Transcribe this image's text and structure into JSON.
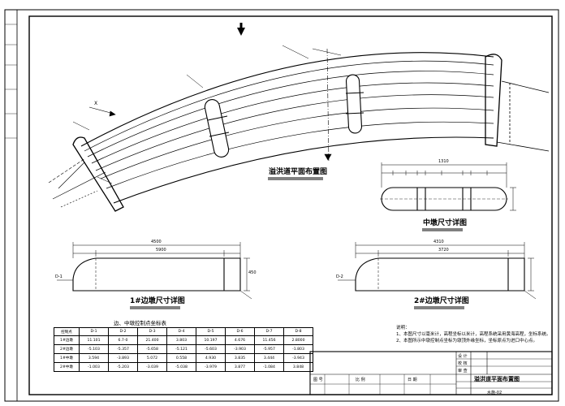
{
  "drawing": {
    "plan_title": "溢洪道平面布置图",
    "center_pier_title": "中墩尺寸详图",
    "pier1_title": "1#边墩尺寸详图",
    "pier2_title": "2#边墩尺寸详图",
    "coord_table_title": "边、中墩控制点坐标表",
    "labels": {
      "arrow_x": "X",
      "center_pier_overall": "1310",
      "pier1_overall": "4500",
      "pier1_sub": "5900",
      "pier2_overall": "4310",
      "pier2_sub": "3720",
      "pier_height": "450",
      "end_mark_left": "D-1",
      "end_mark_right": "D-2"
    }
  },
  "coord_table": {
    "headers": [
      "控制点",
      "D-1",
      "D-2",
      "D-3",
      "D-4",
      "D-5",
      "D-6",
      "D-7",
      "D-8"
    ],
    "rows": [
      [
        "1#边墩",
        "11.101",
        "6.7-0",
        "21.400",
        "3.803",
        "10.197",
        "4.676",
        "11.456",
        "2.8000"
      ],
      [
        "2#边墩",
        "-5.103",
        "-5.357",
        "-5.658",
        "-5.121",
        "-5.603",
        "-3.903",
        "-5.957",
        "-1.803"
      ],
      [
        "1#中墩",
        "3.594",
        "-3.893",
        "5.072",
        "0.558",
        "4.930",
        "3.835",
        "3.444",
        "-3.943"
      ],
      [
        "2#中墩",
        "-1.003",
        "-5.203",
        "-3.039",
        "-5.038",
        "-3.979",
        "3.877",
        "-1.084",
        "3.848"
      ]
    ]
  },
  "notes": {
    "heading": "说明：",
    "items": [
      "1、本图尺寸以毫米计，高程坐标以米计，高程系统采用黄海高程，坐标系统。",
      "2、本图所示中墩控制点坐标为墩顶外缘坐标，坐标原点为进口中心点。"
    ]
  },
  "title_block": {
    "drawing_name": "溢洪道平面布置图",
    "cells": [
      "设 计",
      "校 核",
      "审 查",
      "图 号",
      "比 例",
      "日 期"
    ],
    "sheet_no": "水施-02"
  },
  "colors": {
    "line": "#000000",
    "paper": "#ffffff"
  }
}
